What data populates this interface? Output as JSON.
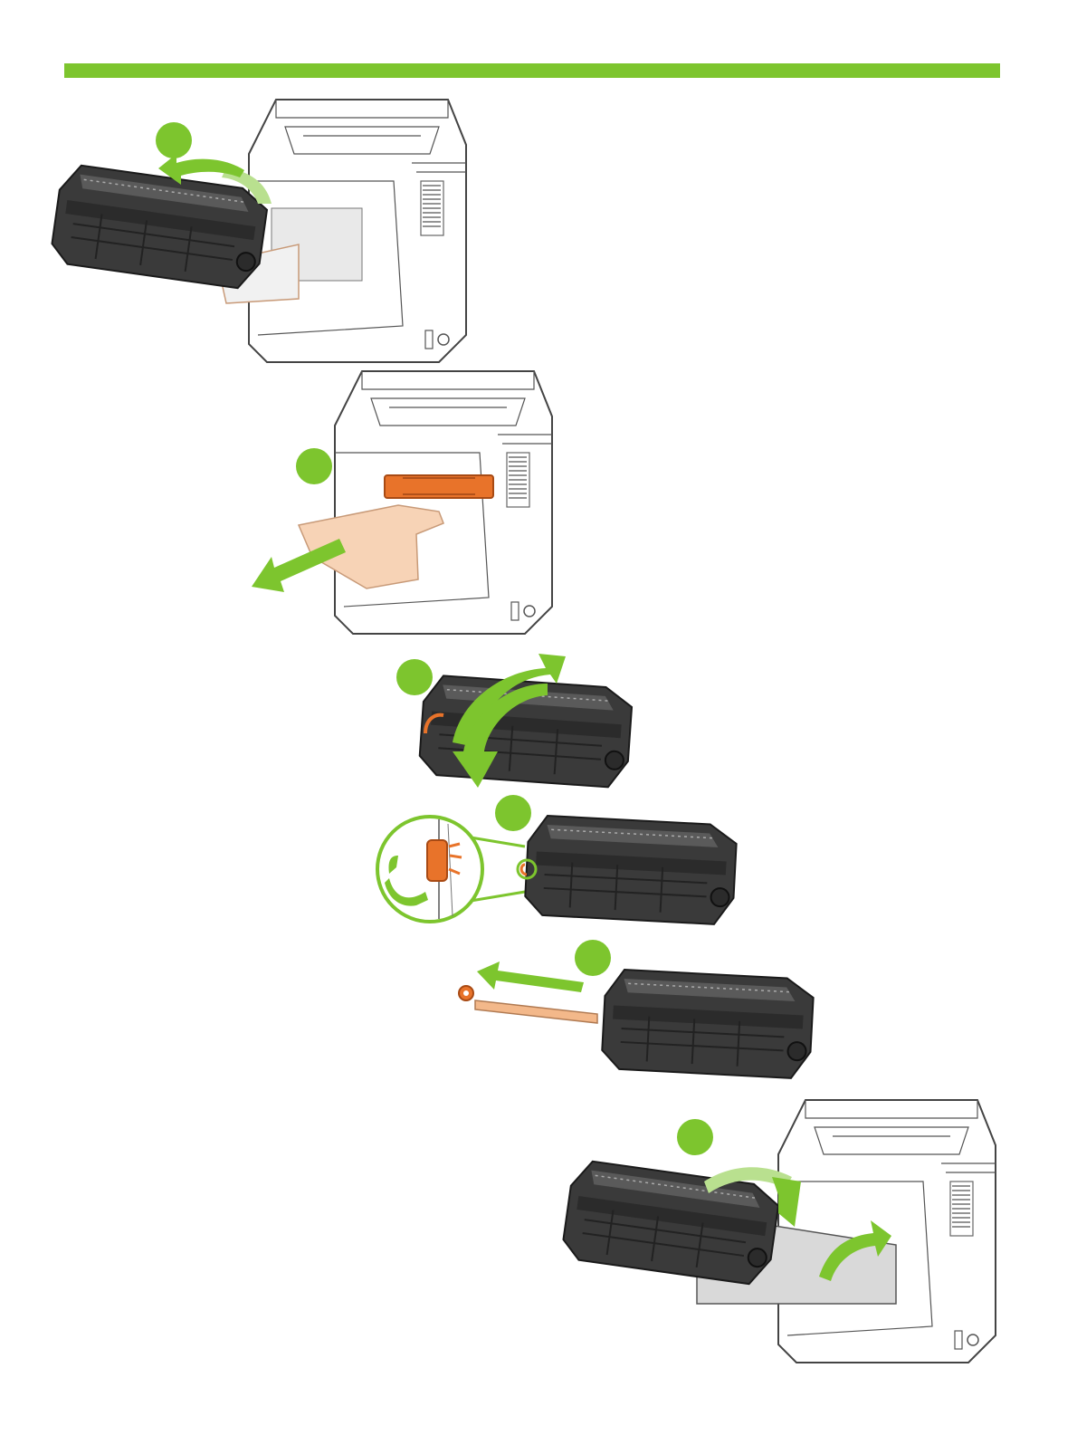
{
  "page": {
    "accent_color": "#7dc52e",
    "highlight_color": "#e8732a"
  },
  "steps": [
    {
      "id": "step-1",
      "icon": "step-badge-icon",
      "illustration": "remove-cartridge"
    },
    {
      "id": "step-2",
      "icon": "step-badge-icon",
      "illustration": "remove-packing-sheet"
    },
    {
      "id": "step-3",
      "icon": "step-badge-icon",
      "illustration": "rock-cartridge"
    },
    {
      "id": "step-4",
      "icon": "step-badge-icon",
      "illustration": "bend-tab"
    },
    {
      "id": "step-5",
      "icon": "step-badge-icon",
      "illustration": "pull-sealing-tape"
    },
    {
      "id": "step-6",
      "icon": "step-badge-icon",
      "illustration": "reinstall-cartridge"
    }
  ]
}
